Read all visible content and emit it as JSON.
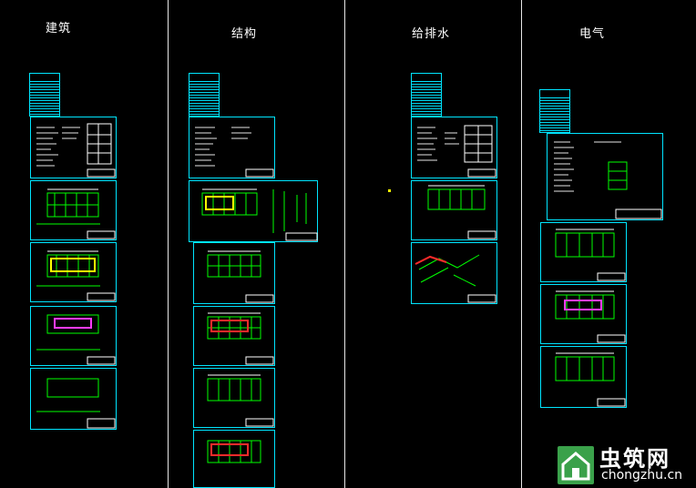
{
  "columns": [
    {
      "title": "建筑"
    },
    {
      "title": "结构"
    },
    {
      "title": "给排水"
    },
    {
      "title": "电气"
    }
  ],
  "watermark": {
    "brand": "虫筑网",
    "url": "chongzhu.cn",
    "icon": "house-logo-icon",
    "color": "#3aa14a"
  },
  "colors": {
    "frame": "#00e5ff",
    "lines": "#00ff00",
    "highlight_red": "#ff2a2a",
    "highlight_yellow": "#ffff00",
    "highlight_magenta": "#ff3cff"
  }
}
